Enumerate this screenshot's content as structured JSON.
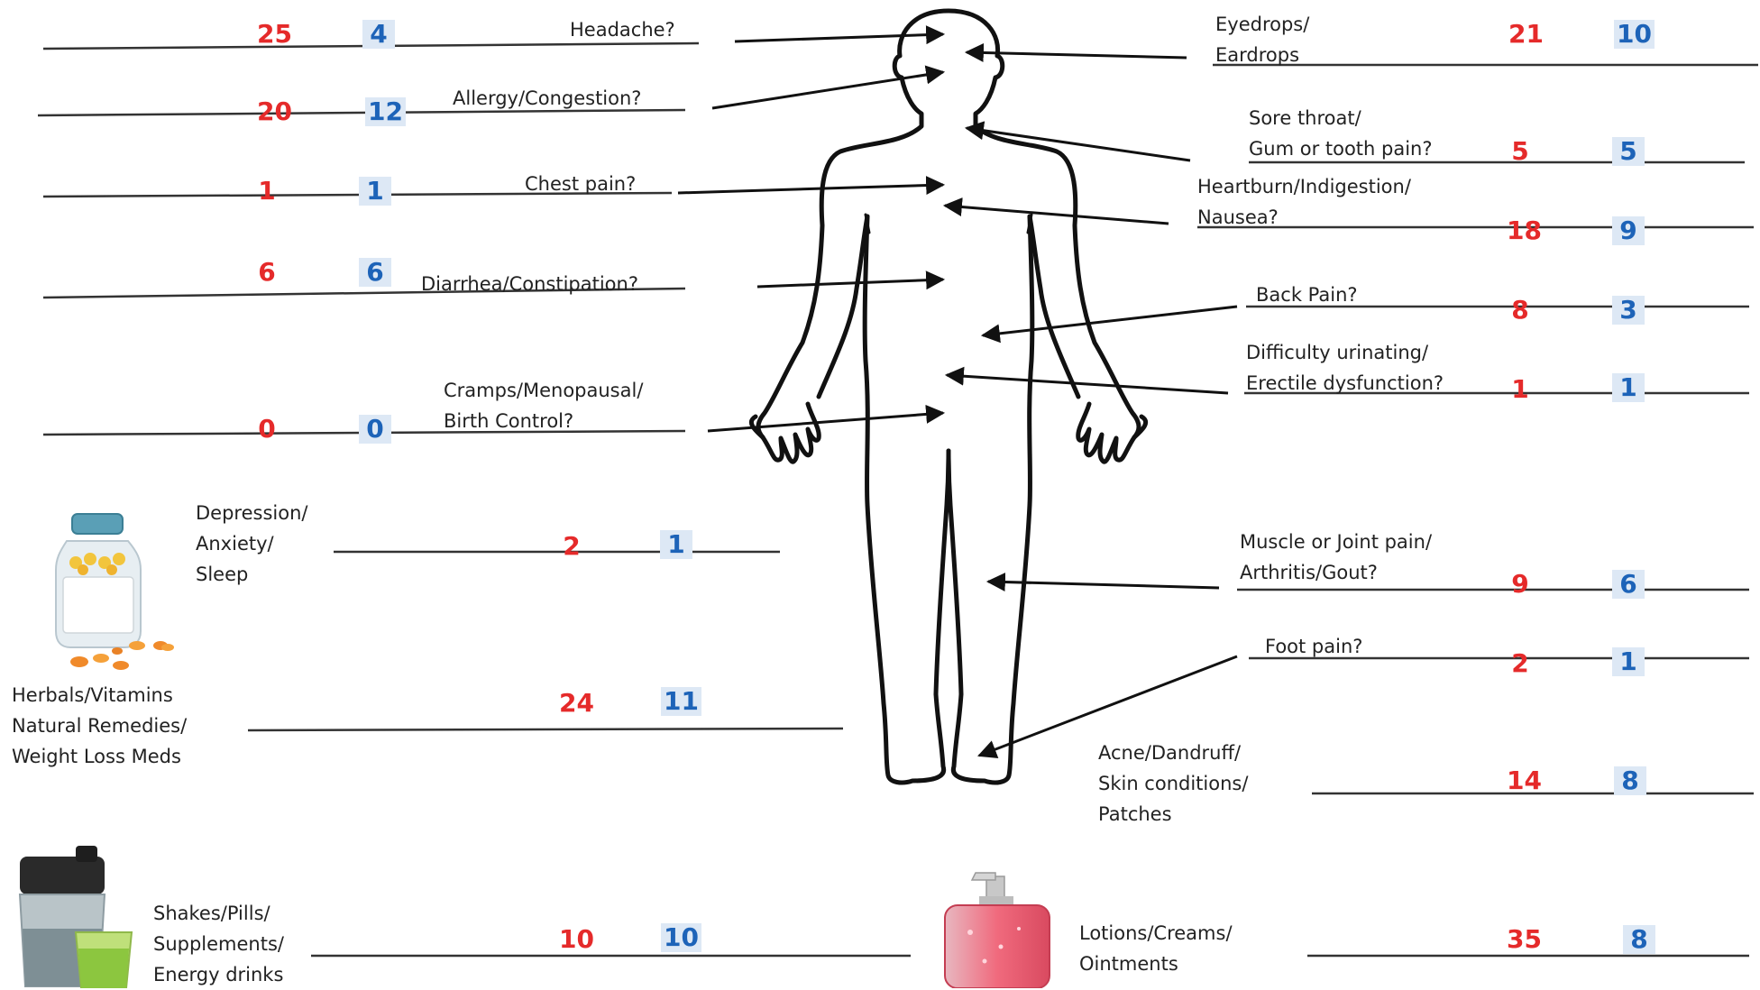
{
  "colors": {
    "count_red": "#e52a2a",
    "count_blue": "#1d63b8",
    "count_blue_bg": "#dde8f5",
    "line": "#333333",
    "body_outline": "#111111"
  },
  "icons": {
    "bottle": "supplement-bottle-icon",
    "shaker": "shaker-bottle-icon",
    "lotion": "lotion-pump-bottle-icon"
  },
  "items": [
    {
      "id": "headache",
      "label": [
        "Headache?"
      ],
      "red": "25",
      "blue": "4"
    },
    {
      "id": "allergy",
      "label": [
        "Allergy/Congestion?"
      ],
      "red": "20",
      "blue": "12"
    },
    {
      "id": "chest",
      "label": [
        "Chest pain?"
      ],
      "red": "1",
      "blue": "1"
    },
    {
      "id": "diarrhea",
      "label": [
        "Diarrhea/Constipation?"
      ],
      "red": "6",
      "blue": "6"
    },
    {
      "id": "cramps",
      "label": [
        "Cramps/Menopausal/",
        "Birth Control?"
      ],
      "red": "0",
      "blue": "0"
    },
    {
      "id": "depression",
      "label": [
        "Depression/",
        "Anxiety/",
        "Sleep"
      ],
      "red": "2",
      "blue": "1"
    },
    {
      "id": "herbals",
      "label": [
        "Herbals/Vitamins",
        "Natural Remedies/",
        "Weight Loss Meds"
      ],
      "red": "24",
      "blue": "11"
    },
    {
      "id": "shakes",
      "label": [
        "Shakes/Pills/",
        "Supplements/",
        "Energy drinks"
      ],
      "red": "10",
      "blue": "10"
    },
    {
      "id": "eyedrops",
      "label": [
        "Eyedrops/",
        "Eardrops"
      ],
      "red": "21",
      "blue": "10"
    },
    {
      "id": "sorethroat",
      "label": [
        "Sore throat/",
        "Gum or tooth pain?"
      ],
      "red": "5",
      "blue": "5"
    },
    {
      "id": "heartburn",
      "label": [
        "Heartburn/Indigestion/",
        "Nausea?"
      ],
      "red": "18",
      "blue": "9"
    },
    {
      "id": "back",
      "label": [
        "Back Pain?"
      ],
      "red": "8",
      "blue": "3"
    },
    {
      "id": "urinating",
      "label": [
        "Difficulty urinating/",
        "Erectile dysfunction?"
      ],
      "red": "1",
      "blue": "1"
    },
    {
      "id": "muscle",
      "label": [
        "Muscle or Joint pain/",
        "Arthritis/Gout?"
      ],
      "red": "9",
      "blue": "6"
    },
    {
      "id": "foot",
      "label": [
        "Foot pain?"
      ],
      "red": "2",
      "blue": "1"
    },
    {
      "id": "acne",
      "label": [
        "Acne/Dandruff/",
        "Skin conditions/",
        "Patches"
      ],
      "red": "14",
      "blue": "8"
    },
    {
      "id": "lotions",
      "label": [
        "Lotions/Creams/",
        "Ointments"
      ],
      "red": "35",
      "blue": "8"
    }
  ]
}
